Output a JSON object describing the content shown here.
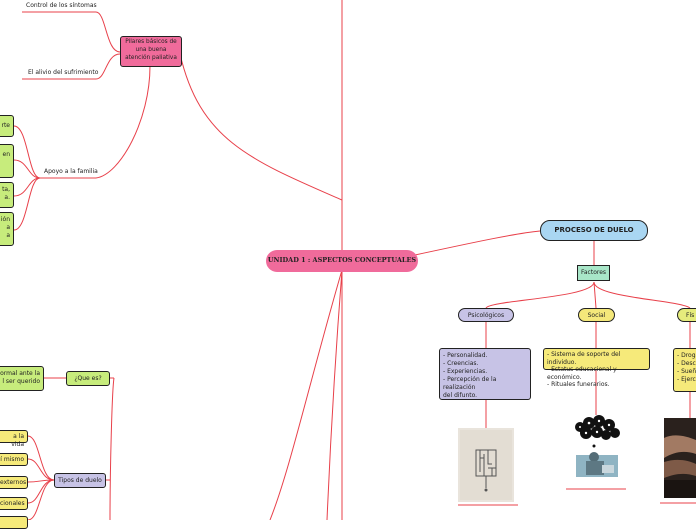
{
  "central": "UNIDAD 1 : ASPECTOS CONCEPTUALES",
  "colors": {
    "central": "#f06b9b",
    "link": "#e8404a",
    "proceso": "#a9d6f2",
    "factores": "#a8e6c8",
    "psico": "#c7c3e6",
    "social": "#f4e87a",
    "fisico": "#e5ec7c",
    "yellow": "#f6ea7a",
    "green": "#c7ec7c",
    "pink": "#f06b9b"
  },
  "left": {
    "control": "Control de los síntomas",
    "pilares": "Pilares básicos de una buena atención paliativa",
    "alivio": "El alivio del sufrimiento",
    "apoyo": "Apoyo a la familia",
    "frag1": "rte",
    "frag2": "en",
    "frag3a": "ta,",
    "frag3b": "a.",
    "frag4a": "ión",
    "frag4b": "a",
    "frag4c": "a",
    "que_es": "¿Que es?",
    "def_a": "ormal ante la",
    "def_b": "l ser querido",
    "tipos": "Tipos de duelo",
    "tipo1": "a la vida",
    "tipo2": "í mismo",
    "tipo3": "externos",
    "tipo4": "cionales"
  },
  "proceso": {
    "title": "PROCESO DE DUELO",
    "factores": "Factores",
    "psico": "Psicológicos",
    "social": "Social",
    "fisico": "Fís",
    "psico_items": [
      "- Personalidad.",
      "- Creencias.",
      "- Experiencias.",
      "- Percepción de la realización",
      "del difunto."
    ],
    "social_items": [
      "- Sistema de soporte del individuo.",
      "- Estatus educacional y económico.",
      "- Rituales funerarios."
    ],
    "fisico_items": [
      "- Droga",
      "- Desca",
      "- Sueño",
      "- Ejercic"
    ]
  },
  "icons": [
    "maze-image",
    "thought-bubbles-image",
    "hands-image"
  ]
}
